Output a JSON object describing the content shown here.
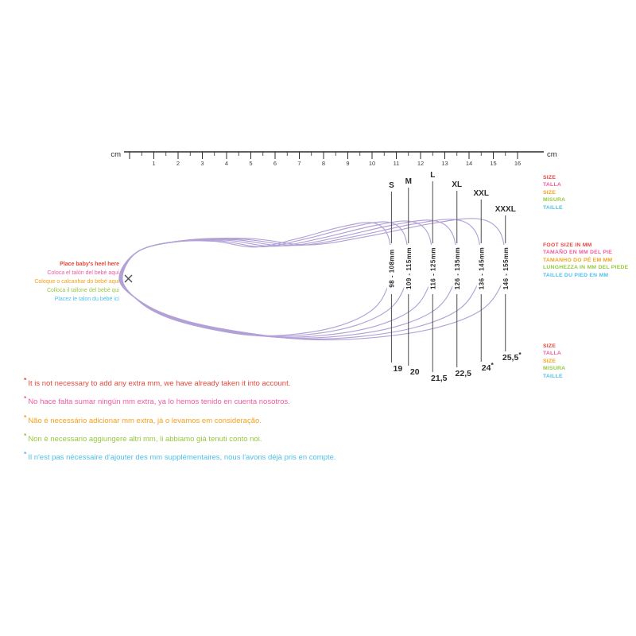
{
  "colors": {
    "ink": "#2b2b2b",
    "line": "#4d4d4d",
    "outline": "#b2a1d6",
    "red": "#e8463c",
    "pink": "#ef5b9e",
    "orange": "#f5a11c",
    "green": "#95c83e",
    "blue": "#4fc0e8"
  },
  "ruler": {
    "unit_left": "cm",
    "unit_right": "cm",
    "numbers": [
      "1",
      "2",
      "3",
      "4",
      "5",
      "6",
      "7",
      "8",
      "9",
      "10",
      "11",
      "12",
      "13",
      "14",
      "15",
      "16"
    ]
  },
  "heel_marker": "x",
  "sizes": [
    {
      "label": "S",
      "range_mm": "98 - 108mm",
      "min_mm": 98,
      "max_mm": 108,
      "eu_size": "19",
      "asterisk": false
    },
    {
      "label": "M",
      "range_mm": "109 - 115mm",
      "min_mm": 109,
      "max_mm": 115,
      "eu_size": "20",
      "asterisk": false
    },
    {
      "label": "L",
      "range_mm": "116 - 125mm",
      "min_mm": 116,
      "max_mm": 125,
      "eu_size": "21,5",
      "asterisk": false
    },
    {
      "label": "XL",
      "range_mm": "126 - 135mm",
      "min_mm": 126,
      "max_mm": 135,
      "eu_size": "22,5",
      "asterisk": false
    },
    {
      "label": "XXL",
      "range_mm": "136 - 145mm",
      "min_mm": 136,
      "max_mm": 145,
      "eu_size": "24",
      "asterisk": true
    },
    {
      "label": "XXXL",
      "range_mm": "146 - 155mm",
      "min_mm": 146,
      "max_mm": 155,
      "eu_size": "25,5",
      "asterisk": true
    }
  ],
  "heel_instructions": [
    {
      "lang": "en",
      "text": "Place baby's heel here",
      "color": "#e8463c",
      "bold": true
    },
    {
      "lang": "es",
      "text": "Coloca el talón del bebé aquí",
      "color": "#ef5b9e",
      "bold": false
    },
    {
      "lang": "pt",
      "text": "Coloque o calcanhar do bebé aqui",
      "color": "#f5a11c",
      "bold": false
    },
    {
      "lang": "it",
      "text": "Colloca il tallone del bebè qui",
      "color": "#95c83e",
      "bold": false
    },
    {
      "lang": "fr",
      "text": "Placez le talon du bébé ici",
      "color": "#4fc0e8",
      "bold": false
    }
  ],
  "side_labels": {
    "size_top": [
      {
        "lang": "en",
        "text": "SIZE",
        "color": "#e8463c"
      },
      {
        "lang": "es",
        "text": "TALLA",
        "color": "#ef5b9e"
      },
      {
        "lang": "pt",
        "text": "SIZE",
        "color": "#f5a11c"
      },
      {
        "lang": "it",
        "text": "MISURA",
        "color": "#95c83e"
      },
      {
        "lang": "fr",
        "text": "TAILLE",
        "color": "#4fc0e8"
      }
    ],
    "foot_size": [
      {
        "lang": "en",
        "text": "FOOT SIZE IN MM",
        "color": "#e8463c"
      },
      {
        "lang": "es",
        "text": "TAMAÑO EN MM DEL PIE",
        "color": "#ef5b9e"
      },
      {
        "lang": "pt",
        "text": "TAMANHO DO PÉ EM MM",
        "color": "#f5a11c"
      },
      {
        "lang": "it",
        "text": "LUNGHEZZA IN MM DEL PIEDE",
        "color": "#95c83e"
      },
      {
        "lang": "fr",
        "text": "TAILLE DU PIED EN MM",
        "color": "#4fc0e8"
      }
    ],
    "size_bottom": [
      {
        "lang": "en",
        "text": "SIZE",
        "color": "#e8463c"
      },
      {
        "lang": "es",
        "text": "TALLA",
        "color": "#ef5b9e"
      },
      {
        "lang": "pt",
        "text": "SIZE",
        "color": "#f5a11c"
      },
      {
        "lang": "it",
        "text": "MISURA",
        "color": "#95c83e"
      },
      {
        "lang": "fr",
        "text": "TAILLE",
        "color": "#4fc0e8"
      }
    ]
  },
  "footnotes": [
    {
      "lang": "en",
      "text": "It is not necessary to add any extra mm, we have already taken it into account.",
      "color": "#e8463c"
    },
    {
      "lang": "es",
      "text": "No hace falta sumar ningún mm extra, ya lo hemos tenido en cuenta nosotros.",
      "color": "#ef5b9e"
    },
    {
      "lang": "pt",
      "text": "Não é necessário adicionar mm extra, já o levamos em consideração.",
      "color": "#f5a11c"
    },
    {
      "lang": "it",
      "text": "Non è necessario aggiungere altri mm, li abbiamo già tenuti conto noi.",
      "color": "#95c83e"
    },
    {
      "lang": "fr",
      "text": "Il n'est pas nécessaire d'ajouter des mm supplémentaires, nous l'avons déjà pris en compte.",
      "color": "#4fc0e8"
    }
  ]
}
